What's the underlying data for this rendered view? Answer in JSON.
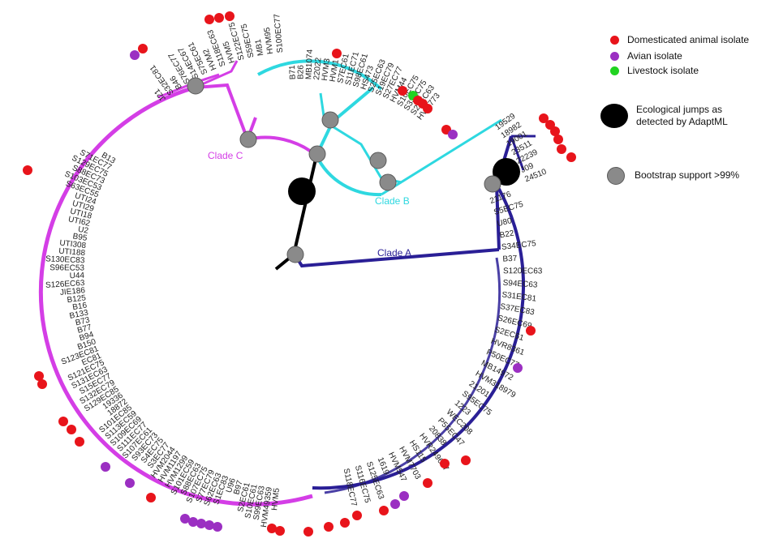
{
  "legend": {
    "domesticated": {
      "label": "Domesticated animal isolate",
      "color": "#e8141b"
    },
    "avian": {
      "label": "Avian isolate",
      "color": "#9b2fc2"
    },
    "livestock": {
      "label": "Livestock isolate",
      "color": "#21d321"
    },
    "jump": {
      "label": "Ecological jumps as detected by AdaptML",
      "color": "#000000"
    },
    "bootstrap": {
      "label": "Bootstrap support >99%",
      "color": "#8a8a8a"
    }
  },
  "clades": {
    "a": {
      "label": "Clade A",
      "color": "#2a1f96"
    },
    "b": {
      "label": "Clade B",
      "color": "#2ed8e0"
    },
    "c": {
      "label": "Clade C",
      "color": "#d43ee6"
    }
  },
  "tips": {
    "cladeA_top": [
      "19529",
      "18982",
      "19001",
      "23511",
      "22239",
      "J09",
      "24510"
    ],
    "cladeA_main": [
      "21176",
      "S5EC75",
      "U80",
      "B22",
      "S34EC75",
      "B37",
      "S120EC63",
      "S94EC63",
      "S31EC81",
      "S37EC83",
      "S26EC69",
      "S2EC61",
      "HVR8361",
      "P50EC77",
      "MB14972",
      "HVM318979",
      "21201",
      "S95EC75",
      "1223",
      "WEC208",
      "P55EC47",
      "20838",
      "HVR249677",
      "HS115",
      "HVM7703",
      "HVM547",
      "1619",
      "S125EC63",
      "S116EC75",
      "S118EC77"
    ],
    "cladeB": [
      "B71",
      "B26",
      "MB1074",
      "22022",
      "HVM3",
      "HVM1",
      "S7EC61",
      "S11EC71",
      "S98EC61",
      "HS473",
      "S25EC63",
      "S19EC79",
      "S27EC77",
      "HVM44",
      "S10EC75",
      "S33EC75",
      "S28EC63",
      "HVM773"
    ],
    "cladeC_top": [
      "J21",
      "S32EC81",
      "B46",
      "S76EC77",
      "S14EC67",
      "S75EC61",
      "HVM2",
      "S118EC63",
      "HVM5",
      "S122EC75",
      "S59EC75",
      "MB1",
      "HVM95",
      "S100EC77"
    ],
    "cladeC_main": [
      "B13",
      "S71EC77",
      "S129EC75",
      "S88EC73",
      "S103EC53",
      "S63EC55",
      "UTI24",
      "UTI29",
      "UTI18",
      "UTI62",
      "U2",
      "B95",
      "UTI308",
      "UTI188",
      "S130EC83",
      "S96EC53",
      "U44",
      "S126EC63",
      "JIE186",
      "B125",
      "B16",
      "B133",
      "B73",
      "B77",
      "B94",
      "B150",
      "S123EC81",
      "EC81",
      "S121EC75",
      "S131EC63",
      "S15EC77",
      "S132EC79",
      "S129EC85",
      "19336",
      "18872",
      "S101EC85",
      "S113EC59",
      "S109EC69",
      "S111EC77",
      "S107EC61",
      "S93EC73",
      "S4EC75",
      "S3EC77",
      "HVM2044",
      "HVM1197",
      "HVM1299",
      "S101EC59",
      "S88EC63",
      "S107EC75",
      "S77EC79",
      "S62EC63",
      "S1EC83",
      "U96",
      "B97",
      "S2EC61",
      "S10EC61",
      "S99EC63",
      "HVM49359",
      "HVM5"
    ]
  },
  "markers": {
    "domesticated": 44,
    "avian": 13,
    "livestock": 1
  }
}
